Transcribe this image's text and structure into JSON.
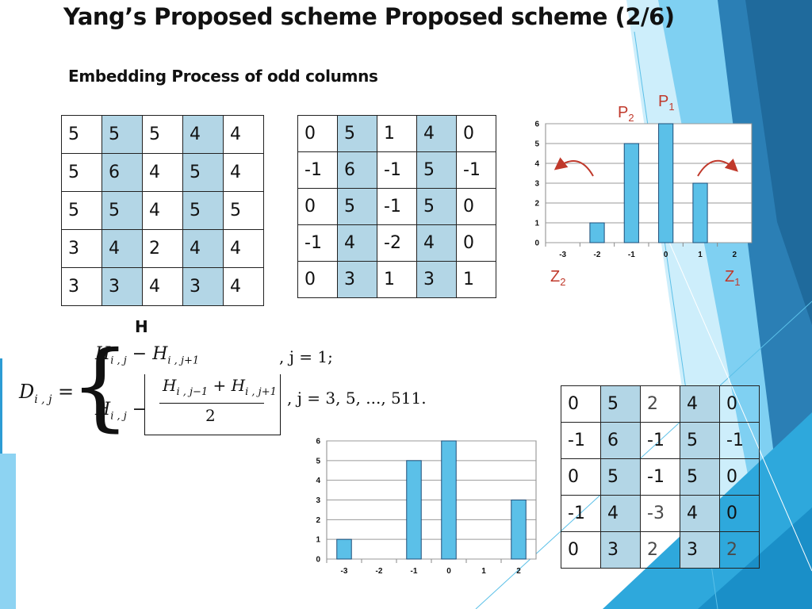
{
  "slide": {
    "title": "Yang’s Proposed scheme Proposed scheme (2/6)",
    "subtitle": "Embedding Process of odd columns",
    "h_label": "H"
  },
  "tables": {
    "h": [
      [
        "5",
        "5",
        "5",
        "4",
        "4"
      ],
      [
        "5",
        "6",
        "4",
        "5",
        "4"
      ],
      [
        "5",
        "5",
        "4",
        "5",
        "5"
      ],
      [
        "3",
        "4",
        "2",
        "4",
        "4"
      ],
      [
        "3",
        "3",
        "4",
        "3",
        "4"
      ]
    ],
    "d": [
      [
        "0",
        "5",
        "1",
        "4",
        "0"
      ],
      [
        "-1",
        "6",
        "-1",
        "5",
        "-1"
      ],
      [
        "0",
        "5",
        "-1",
        "5",
        "0"
      ],
      [
        "-1",
        "4",
        "-2",
        "4",
        "0"
      ],
      [
        "0",
        "3",
        "1",
        "3",
        "1"
      ]
    ],
    "d_modified": [
      [
        "0",
        "5",
        "2",
        "4",
        "0"
      ],
      [
        "-1",
        "6",
        "-1",
        "5",
        "-1"
      ],
      [
        "0",
        "5",
        "-1",
        "5",
        "0"
      ],
      [
        "-1",
        "4",
        "-3",
        "4",
        "0"
      ],
      [
        "0",
        "3",
        "2",
        "3",
        "2"
      ]
    ]
  },
  "formula": {
    "lhs": "D",
    "lhs_sub": "i , j",
    "row1_expr": "H",
    "row1_sub_a": "i , j",
    "row1_minus": " − H",
    "row1_sub_b": "i , j+1",
    "cond1": ",  j = 1;",
    "row2_expr": "H",
    "row2_sub": "i , j",
    "row2_minus": " − ",
    "frac_num_a": "H",
    "frac_sub_a": "i , j−1",
    "frac_plus": " + H",
    "frac_sub_b": "i , j+1",
    "frac_den": "2",
    "cond2": ", j = 3, 5, ..., 511."
  },
  "chart_labels": {
    "p1": "P",
    "p1_sub": "1",
    "p2": "P",
    "p2_sub": "2",
    "z1": "Z",
    "z1_sub": "1",
    "z2": "Z",
    "z2_sub": "2"
  },
  "colors": {
    "bar_fill": "#5bc0e8",
    "bar_stroke": "#1f4e79",
    "cell_highlight": "#b3d6e6",
    "label_red": "#c0392b",
    "deco_dark": "#1f6a9c",
    "deco_mid": "#2c9cd4",
    "deco_light": "#8dd3f2"
  },
  "chart_data": [
    {
      "type": "bar",
      "categories": [
        "-3",
        "-2",
        "-1",
        "0",
        "1",
        "2"
      ],
      "values": [
        0,
        1,
        5,
        6,
        3,
        0
      ],
      "ylim": [
        0,
        6
      ],
      "yticks": [
        "0",
        "1",
        "2",
        "3",
        "4",
        "5",
        "6"
      ],
      "grid": true
    },
    {
      "type": "bar",
      "categories": [
        "-3",
        "-2",
        "-1",
        "0",
        "1",
        "2"
      ],
      "values": [
        1,
        0,
        5,
        6,
        0,
        3
      ],
      "ylim": [
        0,
        6
      ],
      "yticks": [
        "0",
        "1",
        "2",
        "3",
        "4",
        "5",
        "6"
      ],
      "grid": true
    }
  ]
}
